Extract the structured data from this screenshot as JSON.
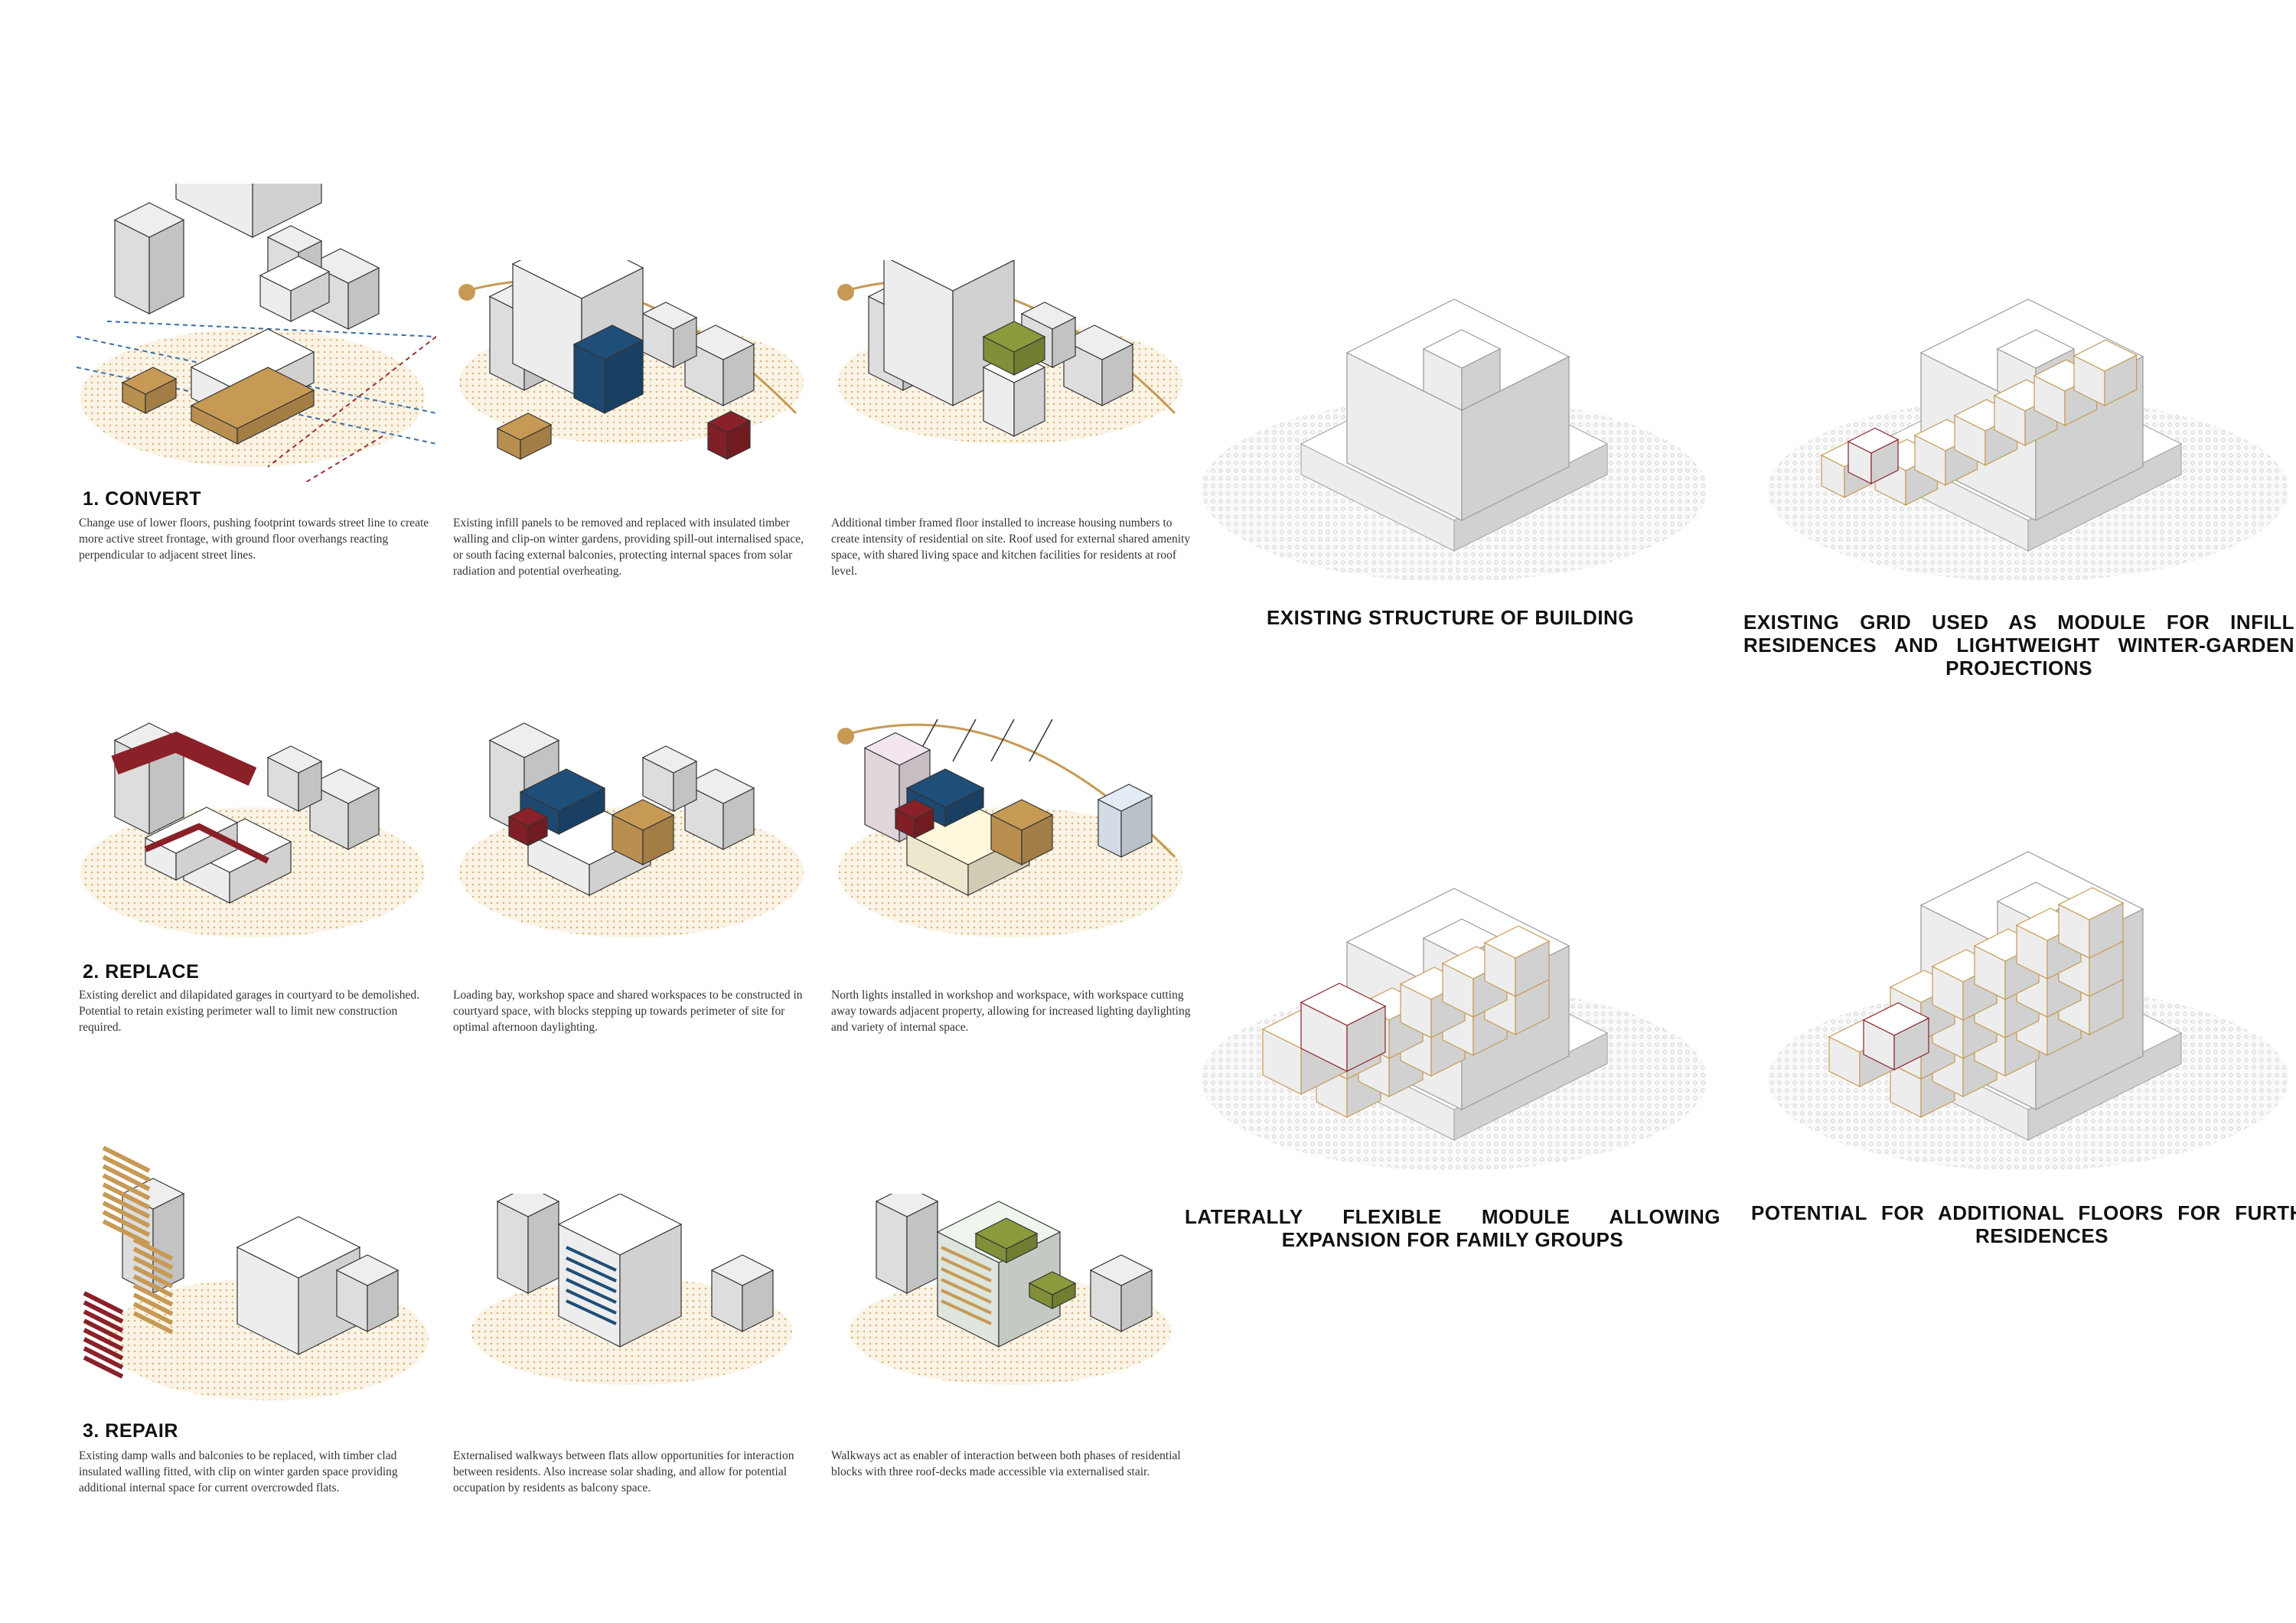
{
  "colors": {
    "timber": "#c69a55",
    "red": "#8a2128",
    "blue": "#1f4e79",
    "green": "#8a9a3c",
    "ground": "#e9d3a8",
    "grey": "#e6e6e6",
    "line": "#333333"
  },
  "sections": [
    {
      "heading": "1. CONVERT",
      "panels": [
        {
          "text": "Change use of lower floors, pushing footprint towards street line to create more active street frontage, with ground floor overhangs reacting perpendicular to adjacent street lines."
        },
        {
          "text": "Existing infill panels to be removed and replaced with insulated timber walling and clip-on winter gardens, providing spill-out internalised space, or south facing external balconies, protecting internal spaces from solar radiation and potential overheating."
        },
        {
          "text": "Additional timber framed floor installed to increase housing numbers to create intensity of residential on site. Roof used for external shared amenity space, with shared living space and kitchen facilities for residents at roof level."
        }
      ]
    },
    {
      "heading": "2. REPLACE",
      "panels": [
        {
          "text": "Existing derelict and dilapidated garages in courtyard to be demolished. Potential to retain existing perimeter wall to limit new construction required."
        },
        {
          "text": "Loading bay, workshop space and shared workspaces to be constructed in courtyard space, with blocks stepping up towards perimeter of site for optimal afternoon daylighting."
        },
        {
          "text": "North lights installed in workshop and workspace, with workspace cutting away towards adjacent property, allowing for increased lighting daylighting and variety of internal space."
        }
      ]
    },
    {
      "heading": "3. REPAIR",
      "panels": [
        {
          "text": "Existing damp walls and balconies to be replaced, with timber clad insulated walling fitted, with clip on winter garden space providing additional internal space for current overcrowded flats."
        },
        {
          "text": "Externalised walkways between flats allow opportunities for interaction between residents. Also increase solar shading, and allow for potential occupation by residents as balcony space."
        },
        {
          "text": "Walkways act as enabler of interaction between both phases of residential blocks with three roof-decks made accessible via externalised stair."
        }
      ]
    }
  ],
  "module_studies": [
    {
      "caption": "EXISTING STRUCTURE OF BUILDING"
    },
    {
      "caption": "EXISTING GRID USED AS MODULE FOR INFILL RESIDENCES AND LIGHTWEIGHT WINTER-GARDEN PROJECTIONS"
    },
    {
      "caption": "LATERALLY FLEXIBLE MODULE ALLOWING EXPANSION FOR FAMILY GROUPS"
    },
    {
      "caption": "POTENTIAL FOR ADDITIONAL FLOORS FOR FURTHER RESIDENCES"
    }
  ]
}
